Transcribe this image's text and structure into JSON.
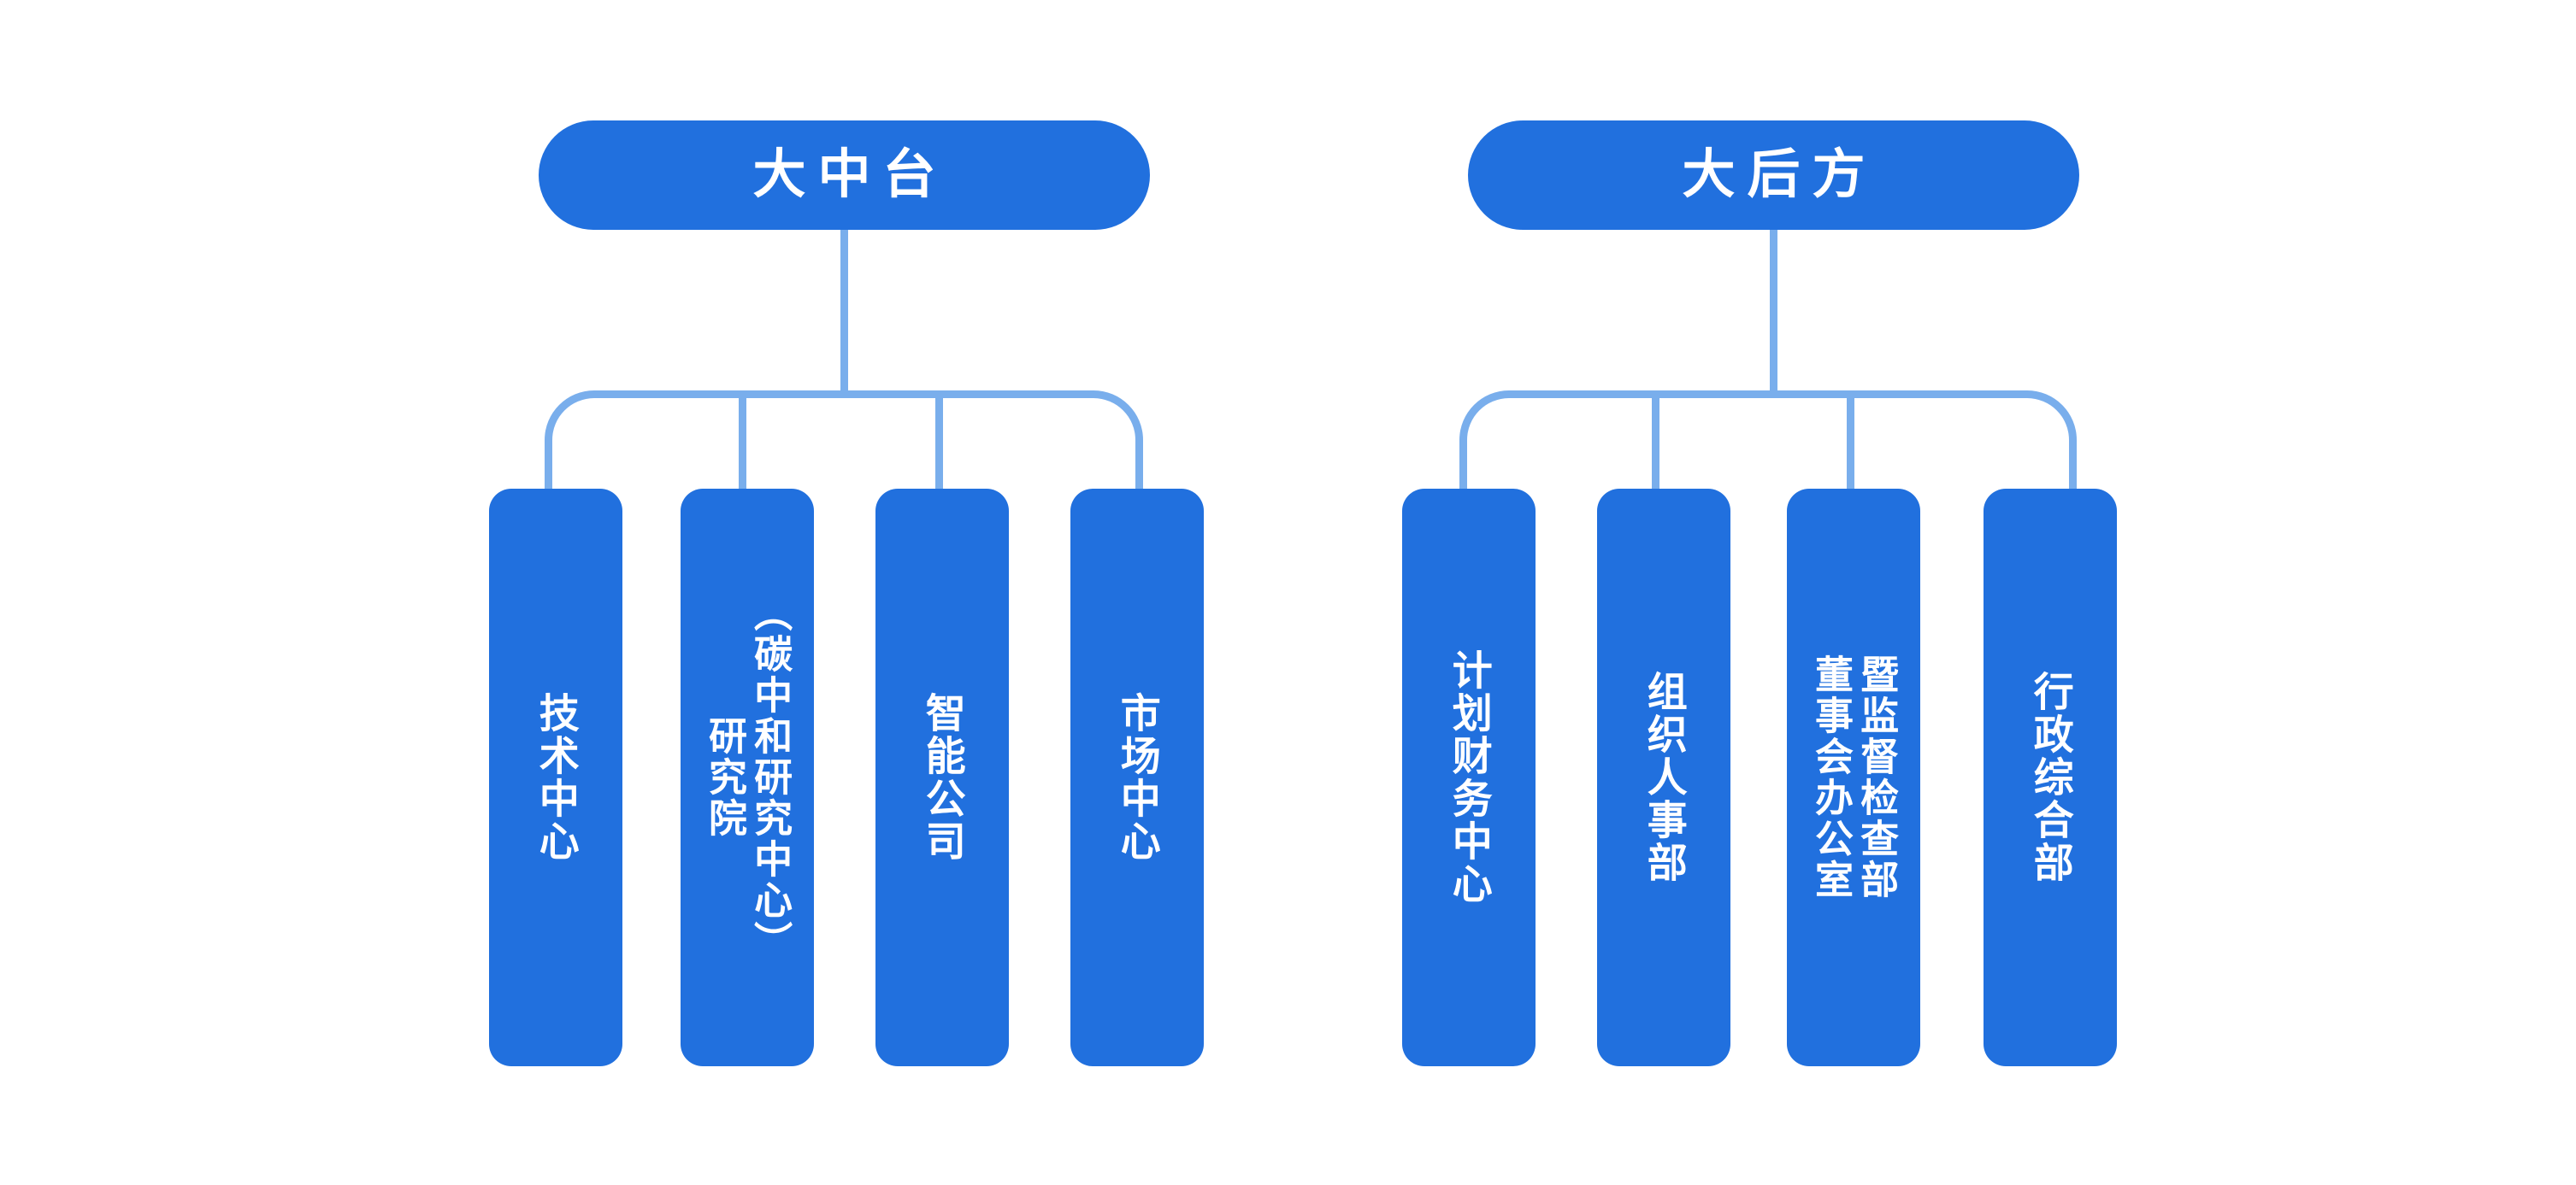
{
  "diagram": {
    "type": "org-chart",
    "orientation": "top-down",
    "background_color": "#ffffff",
    "node_color": "#2170de",
    "connector_color": "#79aeec",
    "text_color": "#ffffff",
    "groups": [
      {
        "id": "group-middle-platform",
        "header": "大中台",
        "children": [
          {
            "id": "tech-center",
            "lines": [
              "技术中心"
            ]
          },
          {
            "id": "research-institute",
            "lines": [
              "（碳中和研究中心）",
              "研究院"
            ]
          },
          {
            "id": "intelligent-co",
            "lines": [
              "智能公司"
            ]
          },
          {
            "id": "market-center",
            "lines": [
              "市场中心"
            ]
          }
        ]
      },
      {
        "id": "group-rear-support",
        "header": "大后方",
        "children": [
          {
            "id": "plan-finance-center",
            "lines": [
              "计划财务中心"
            ]
          },
          {
            "id": "org-personnel-dept",
            "lines": [
              "组织人事部"
            ]
          },
          {
            "id": "board-office-dept",
            "lines": [
              "暨监督检查部",
              "董事会办公室"
            ]
          },
          {
            "id": "admin-general-dept",
            "lines": [
              "行政综合部"
            ]
          }
        ]
      }
    ]
  }
}
